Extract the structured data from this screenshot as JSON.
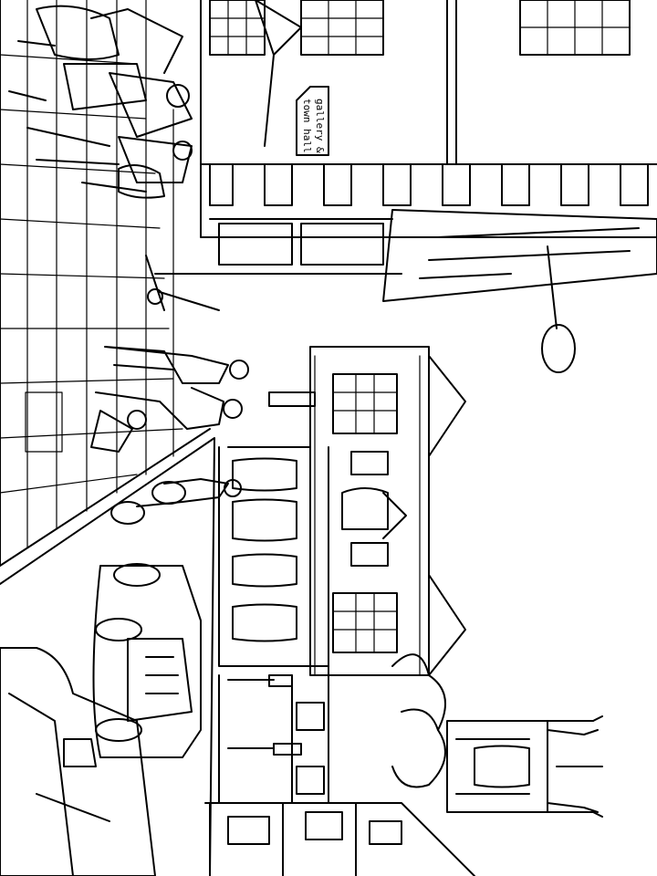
{
  "image": {
    "kind": "black-and-white line drawing (coloring page) of a town street scene, rotated 90 degrees",
    "stroke_color": "#000000",
    "background_color": "#ffffff"
  },
  "sign": {
    "line1": "gallery &",
    "line2": "town hall"
  }
}
